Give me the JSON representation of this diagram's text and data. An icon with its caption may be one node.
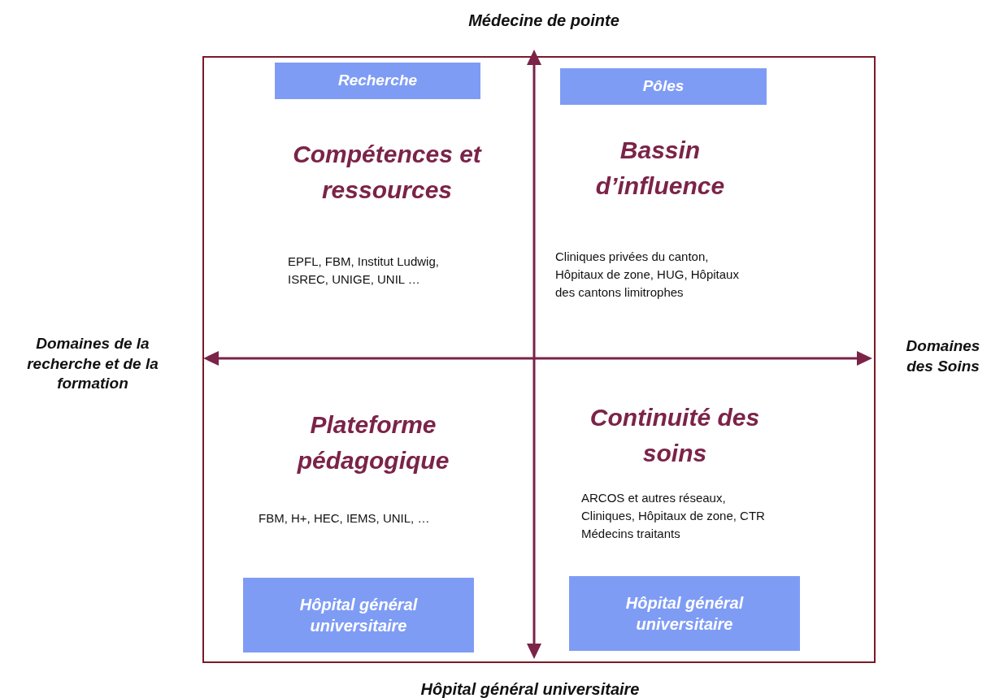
{
  "diagram": {
    "nodes": [
      {
        "text": [],
        "shape": "box"
      },
      {
        "text": [
          "Recherche"
        ],
        "in": 0
      },
      {
        "text": [
          "Pôles"
        ],
        "in": 0
      },
      {
        "text": [
          "Hôpital général universitaire"
        ],
        "in": 0
      },
      {
        "text": [
          "Hôpital général universitaire"
        ],
        "in": 0
      }
    ],
    "labels": [
      "Médecine de pointe",
      "Compétences et ressources",
      "Bassin d’influence",
      "EPFL, FBM, Institut Ludwig, ISREC, UNIGE, UNIL …",
      "Cliniques privées du canton, Hôpitaux de zone, HUG, Hôpitaux des cantons limitrophes",
      "Domaines de la recherche et de la formation",
      "Domaines des Soins",
      "Plateforme pédagogique",
      "Continuité des soins",
      "FBM, H+, HEC, IEMS, UNIL, …",
      "ARCOS et autres réseaux, Cliniques, Hôpitaux de zone, CTR Médecins traitants",
      "Hôpital général universitaire"
    ]
  }
}
